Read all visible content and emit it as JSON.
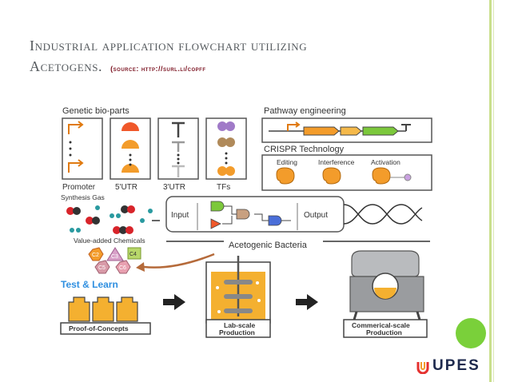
{
  "slide": {
    "title_line1": "Industrial application flowchart utilizing",
    "title_line2": "Acetogens.",
    "source_label": "(source: http://surl.li/copff"
  },
  "diagram": {
    "genetic_parts_title": "Genetic bio-parts",
    "parts": [
      "Promoter",
      "5'UTR",
      "3'UTR",
      "TFs"
    ],
    "pathway_title": "Pathway engineering",
    "crispr_title": "CRISPR Technology",
    "crispr_items": [
      "Editing",
      "Interference",
      "Activation"
    ],
    "synthesis_gas": "Synthesis Gas",
    "value_added": "Value-added Chemicals",
    "chemicals": [
      "C2",
      "C3",
      "C4",
      "C5",
      "C6"
    ],
    "circuit_input": "Input",
    "circuit_output": "Output",
    "bacteria_label": "Acetogenic Bacteria",
    "test_learn": "Test & Learn",
    "stage1": "Proof-of-Concepts",
    "stage2_line1": "Lab-scale",
    "stage2_line2": "Production",
    "stage3_line1": "Commerical-scale",
    "stage3_line2": "Production"
  },
  "logo": {
    "text": "UPES"
  },
  "colors": {
    "accent_green": "#7ad03a",
    "orange": "#f39c2b",
    "title_grey": "#555a5e"
  }
}
